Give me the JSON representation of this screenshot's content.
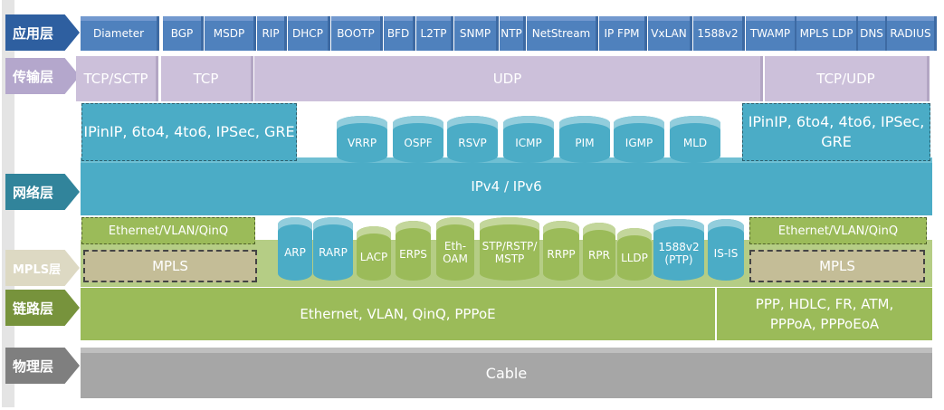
{
  "layers": {
    "app": "应用层",
    "transport": "传输层",
    "network": "网络层",
    "mpls": "MPLS层",
    "link": "链路层",
    "physical": "物理层"
  },
  "layer_colors": {
    "app": "#2e5fa0",
    "transport": "#b4a7cc",
    "network": "#31849b",
    "mpls": "#ddd9c3",
    "link": "#77933c",
    "physical": "#7f7f7f"
  },
  "app_protocols": [
    "Diameter",
    "BGP",
    "MSDP",
    "RIP",
    "DHCP",
    "BOOTP",
    "BFD",
    "L2TP",
    "SNMP",
    "NTP",
    "NetStream",
    "IP FPM",
    "VxLAN",
    "1588v2",
    "TWAMP",
    "MPLS LDP",
    "DNS",
    "RADIUS"
  ],
  "transport": [
    "TCP/SCTP",
    "TCP",
    "UDP",
    "TCP/UDP"
  ],
  "tunnels": {
    "left": "IPinIP, 6to4, 4to6, IPSec, GRE",
    "right": "IPinIP, 6to4, 4to6, IPSec, GRE"
  },
  "network_protocols": [
    "VRRP",
    "OSPF",
    "RSVP",
    "ICMP",
    "PIM",
    "IGMP",
    "MLD"
  ],
  "network_bar": "IPv4 / IPv6",
  "link_encap": {
    "left": "Ethernet/VLAN/QinQ",
    "right": "Ethernet/VLAN/QinQ"
  },
  "mpls": {
    "left": "MPLS",
    "right": "MPLS"
  },
  "link_protocols": [
    "ARP",
    "RARP",
    "LACP",
    "ERPS",
    "Eth-OAM",
    "STP/RSTP/MSTP",
    "RRPP",
    "RPR",
    "LLDP",
    "1588v2 (PTP)",
    "IS-IS"
  ],
  "link_bar": {
    "left": "Ethernet, VLAN, QinQ, PPPoE",
    "right": "PPP, HDLC, FR, ATM, PPPoA, PPPoEoA"
  },
  "physical_bar": "Cable"
}
